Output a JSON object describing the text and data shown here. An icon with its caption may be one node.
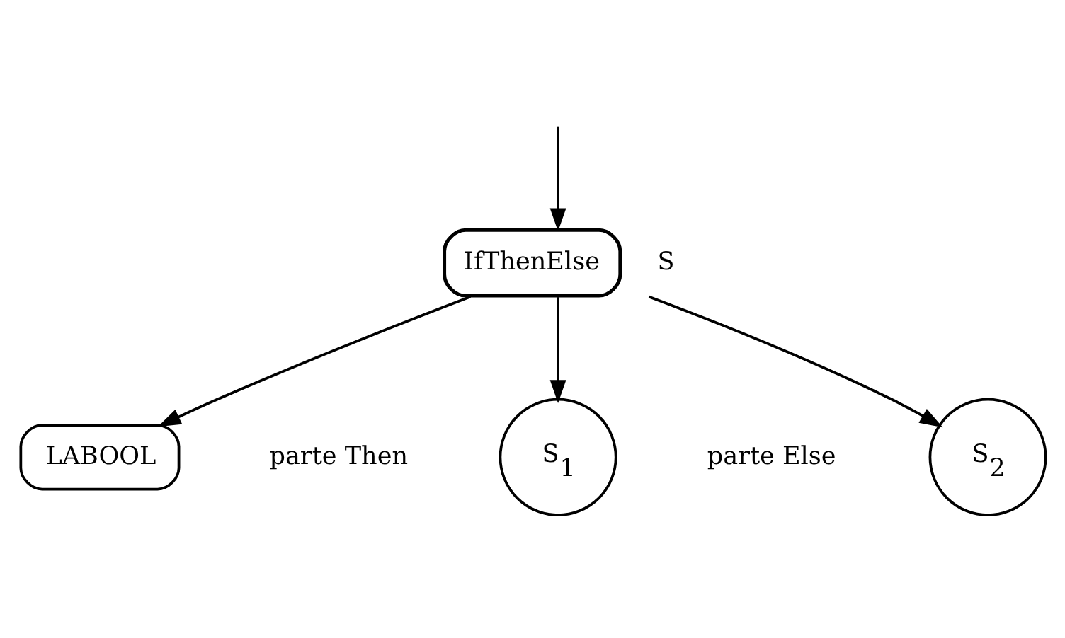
{
  "diagram": {
    "nodes": [
      {
        "text": [
          "IfThenElse"
        ],
        "beside": [
          "S"
        ]
      },
      {
        "text": [
          "LABOOL"
        ]
      },
      {
        "text": [
          "S$_{1}$"
        ]
      },
      {
        "text": [
          "S$_{2}$"
        ]
      }
    ],
    "edges": [
      {
        "from": null,
        "to": 0,
        "arrow": "to"
      },
      {
        "from": 0,
        "to": 1,
        "arrow": "to"
      },
      {
        "from": 0,
        "to": 2,
        "arrow": "to"
      },
      {
        "from": 0,
        "to": 3,
        "arrow": "to"
      }
    ],
    "labels": [
      "parte Then",
      "parte Else"
    ]
  }
}
